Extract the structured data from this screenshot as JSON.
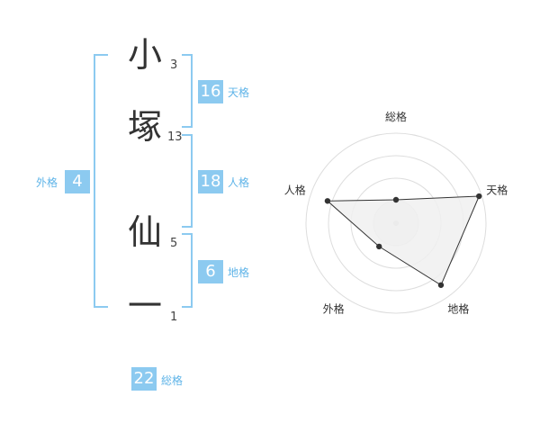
{
  "name": {
    "chars": [
      {
        "char": "小",
        "strokes": "3"
      },
      {
        "char": "塚",
        "strokes": "13"
      },
      {
        "char": "仙",
        "strokes": "5"
      },
      {
        "char": "一",
        "strokes": "1"
      }
    ]
  },
  "kaku": {
    "tenkaku": {
      "label": "天格",
      "value": "16"
    },
    "jinkaku": {
      "label": "人格",
      "value": "18"
    },
    "chikaku": {
      "label": "地格",
      "value": "6"
    },
    "gaikaku": {
      "label": "外格",
      "value": "4"
    },
    "soukaku": {
      "label": "総格",
      "value": "22"
    }
  },
  "chart_data": {
    "type": "radar",
    "axes": [
      "総格",
      "天格",
      "地格",
      "外格",
      "人格"
    ],
    "values": [
      0.26,
      0.97,
      0.85,
      0.32,
      0.8
    ],
    "range": [
      0,
      1
    ],
    "rings": 4,
    "fill_color": "#f0f0f0",
    "line_color": "#333333",
    "ring_color": "#dddddd"
  }
}
